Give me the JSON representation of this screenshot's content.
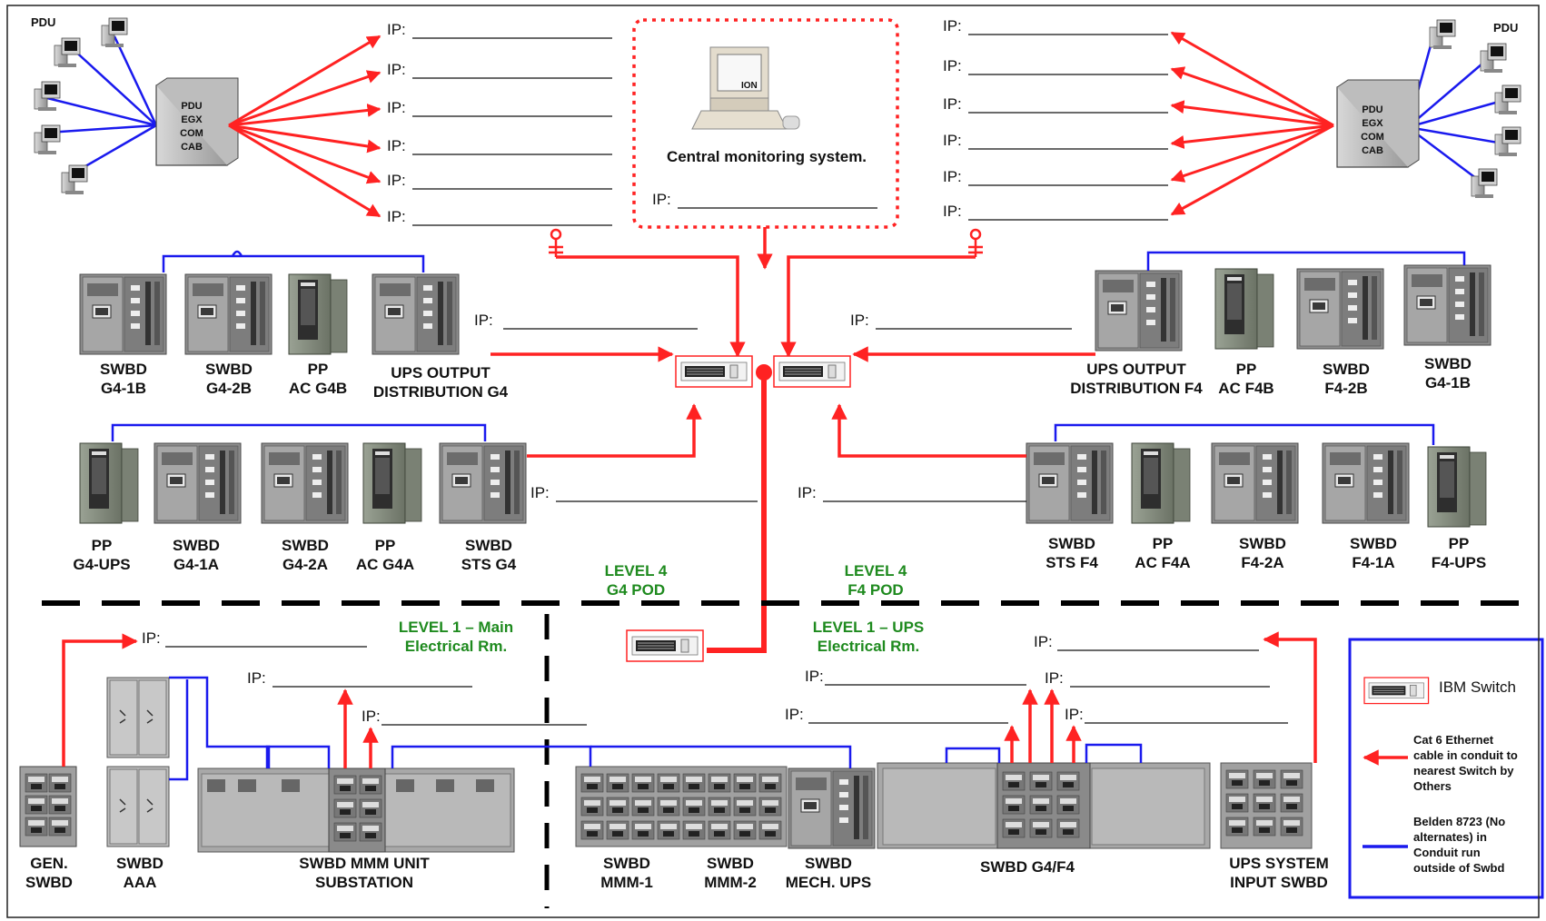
{
  "colors": {
    "ethernet": "#ff2222",
    "belden": "#1a1aee",
    "dashed": "#000000",
    "green_text": "#1e8a1e"
  },
  "ip_label": "IP:",
  "pdu_left": {
    "label": "PDU",
    "cab": [
      "PDU",
      "EGX",
      "COM",
      "CAB"
    ]
  },
  "pdu_right": {
    "label": "PDU",
    "cab": [
      "PDU",
      "EGX",
      "COM",
      "CAB"
    ]
  },
  "central": {
    "label": "Central monitoring system.",
    "screen": "ION"
  },
  "equipment": {
    "row1_left": [
      [
        "SWBD",
        "G4-1B"
      ],
      [
        "SWBD",
        "G4-2B"
      ],
      [
        "PP",
        "AC G4B"
      ],
      [
        "UPS OUTPUT",
        "DISTRIBUTION G4"
      ]
    ],
    "row1_right": [
      [
        "UPS OUTPUT",
        "DISTRIBUTION F4"
      ],
      [
        "PP",
        "AC F4B"
      ],
      [
        "SWBD",
        "F4-2B"
      ],
      [
        "SWBD",
        "G4-1B"
      ]
    ],
    "row2_left": [
      [
        "PP",
        "G4-UPS"
      ],
      [
        "SWBD",
        "G4-1A"
      ],
      [
        "SWBD",
        "G4-2A"
      ],
      [
        "PP",
        "AC G4A"
      ],
      [
        "SWBD",
        "STS G4"
      ]
    ],
    "row2_right": [
      [
        "SWBD",
        "STS F4"
      ],
      [
        "PP",
        "AC F4A"
      ],
      [
        "SWBD",
        "F4-2A"
      ],
      [
        "SWBD",
        "F4-1A"
      ],
      [
        "PP",
        "F4-UPS"
      ]
    ],
    "level1": [
      [
        "GEN.",
        "SWBD"
      ],
      [
        "SWBD",
        "AAA"
      ],
      [
        "SWBD MMM UNIT",
        "SUBSTATION"
      ],
      [
        "SWBD",
        "MMM-1"
      ],
      [
        "SWBD",
        "MMM-2"
      ],
      [
        "SWBD",
        "MECH. UPS"
      ],
      [
        "SWBD G4/F4"
      ],
      [
        "UPS SYSTEM",
        "INPUT SWBD"
      ]
    ]
  },
  "zones": {
    "g4_pod": [
      "LEVEL 4",
      "G4 POD"
    ],
    "f4_pod": [
      "LEVEL 4",
      "F4 POD"
    ],
    "main_elec": [
      "LEVEL 1 – Main",
      "Electrical Rm."
    ],
    "ups_elec": [
      "LEVEL 1 – UPS",
      "Electrical Rm."
    ]
  },
  "legend": {
    "switch": "IBM Switch",
    "ethernet": [
      "Cat 6 Ethernet",
      "cable in conduit to",
      "nearest Switch by",
      "Others"
    ],
    "belden": [
      "Belden 8723 (No",
      "alternates) in",
      "Conduit run",
      "outside of Swbd"
    ]
  }
}
